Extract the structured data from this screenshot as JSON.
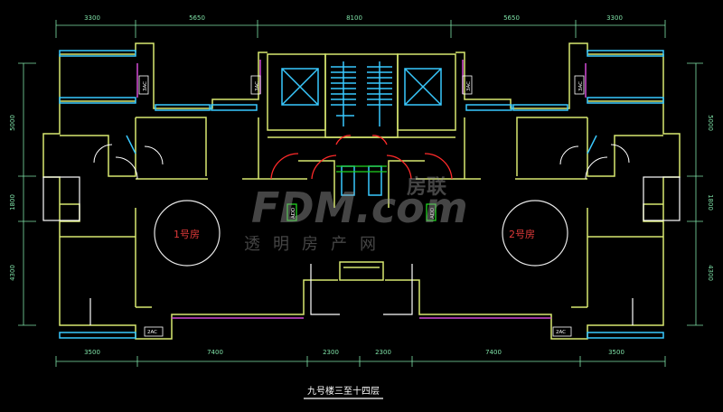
{
  "drawing": {
    "title": "九号楼三至十四层",
    "dims_top": [
      "3300",
      "5650",
      "8100",
      "5650",
      "3300"
    ],
    "dims_bottom": [
      "3500",
      "7400",
      "2300",
      "2300",
      "7400",
      "3500"
    ],
    "dims_left": [
      "5000",
      "1800",
      "4300"
    ],
    "dims_right": [
      "5000",
      "1800",
      "4300"
    ],
    "room_left": "1号房",
    "room_right": "2号房",
    "tags": {
      "left_top": "3AC",
      "right_top": "3AC",
      "left_bottom": "2AC",
      "right_bottom": "2AC",
      "core_left": "3AC",
      "core_right": "3AC",
      "shaft_left": "ADD",
      "shaft_right": "ADD"
    },
    "watermark": {
      "logo": "FDM.com",
      "cn1": "房联",
      "cn2": "透明房产网"
    }
  },
  "colors": {
    "background": "#000000",
    "wall": "#d8e870",
    "window": "#39c9ff",
    "wall_white": "#ffffff",
    "dim": "#7fe3a8",
    "door": "#ff2a2a",
    "circle": "#e8e8e8",
    "accent_green": "#21d421",
    "magenta": "#d24ad6",
    "title_red": "#e03a3a"
  }
}
